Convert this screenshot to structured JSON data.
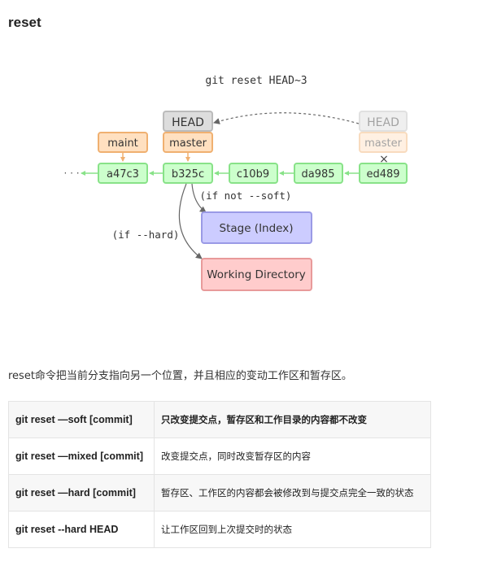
{
  "section": {
    "heading": "reset"
  },
  "diagram": {
    "command": "git reset HEAD~3",
    "ellipsis": "· · ·",
    "commits": [
      "a47c3",
      "b325c",
      "c10b9",
      "da985",
      "ed489"
    ],
    "refs": {
      "head_new": "HEAD",
      "master_new": "master",
      "maint": "maint",
      "head_old": "HEAD",
      "master_old": "master",
      "removed_mark": "×"
    },
    "notes": {
      "if_not_soft": "(if not --soft)",
      "if_hard": "(if --hard)"
    },
    "areas": {
      "stage": "Stage (Index)",
      "working": "Working Directory"
    },
    "colors": {
      "commit_fill": "#ccffcc",
      "commit_stroke": "#88e288",
      "branch_fill": "#ffe0c0",
      "branch_stroke": "#f0b070",
      "head_fill": "#dddddd",
      "head_stroke": "#bbbbbb",
      "stage_fill": "#ccccff",
      "stage_stroke": "#9a9ae6",
      "working_fill": "#ffcccc",
      "working_stroke": "#e89a9a"
    }
  },
  "description": "reset命令把当前分支指向另一个位置，并且相应的变动工作区和暂存区。",
  "table": {
    "rows": [
      {
        "command": "git reset —soft [commit]",
        "description": "只改变提交点，暂存区和工作目录的内容都不改变"
      },
      {
        "command": "git reset —mixed [commit]",
        "description": "改变提交点，同时改变暂存区的内容"
      },
      {
        "command": "git reset —hard [commit]",
        "description": "暂存区、工作区的内容都会被修改到与提交点完全一致的状态"
      },
      {
        "command": "git reset --hard HEAD",
        "description": "让工作区回到上次提交时的状态"
      }
    ]
  }
}
